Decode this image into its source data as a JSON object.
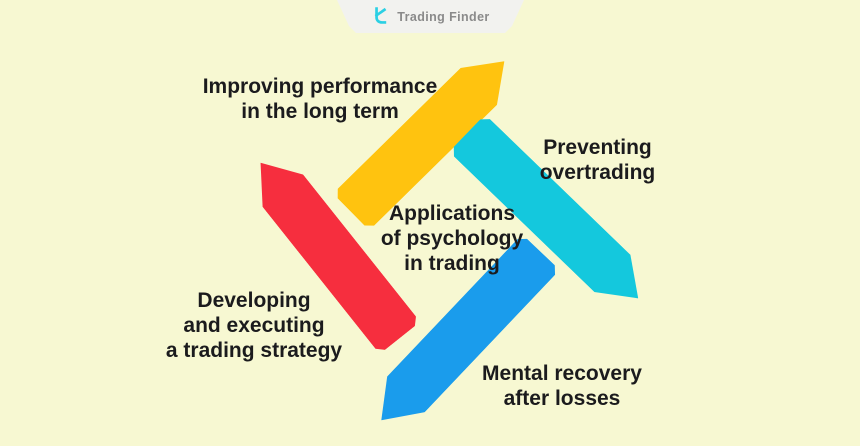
{
  "background_color": "#F7F8D2",
  "header": {
    "brand": "Trading Finder",
    "banner_color": "#F2F2EF",
    "brand_text_color": "#8A8A8A",
    "logo_color": "#2BD0E4"
  },
  "diagram": {
    "text_color": "#1B1B1D",
    "center_label": {
      "lines": [
        "Applications",
        "of psychology",
        "in trading"
      ]
    },
    "items": [
      {
        "id": "improving-performance",
        "lines": [
          "Improving performance",
          "in the long term"
        ],
        "arrow_color": "#FFC30F",
        "arrow_direction": "up-right"
      },
      {
        "id": "preventing-overtrading",
        "lines": [
          "Preventing",
          "overtrading"
        ],
        "arrow_color": "#14C8DD",
        "arrow_direction": "down-right"
      },
      {
        "id": "developing-strategy",
        "lines": [
          "Developing",
          "and executing",
          "a trading strategy"
        ],
        "arrow_color": "#F62E3E",
        "arrow_direction": "up-left"
      },
      {
        "id": "mental-recovery",
        "lines": [
          "Mental recovery",
          "after losses"
        ],
        "arrow_color": "#1A9CEC",
        "arrow_direction": "down-left"
      }
    ]
  }
}
